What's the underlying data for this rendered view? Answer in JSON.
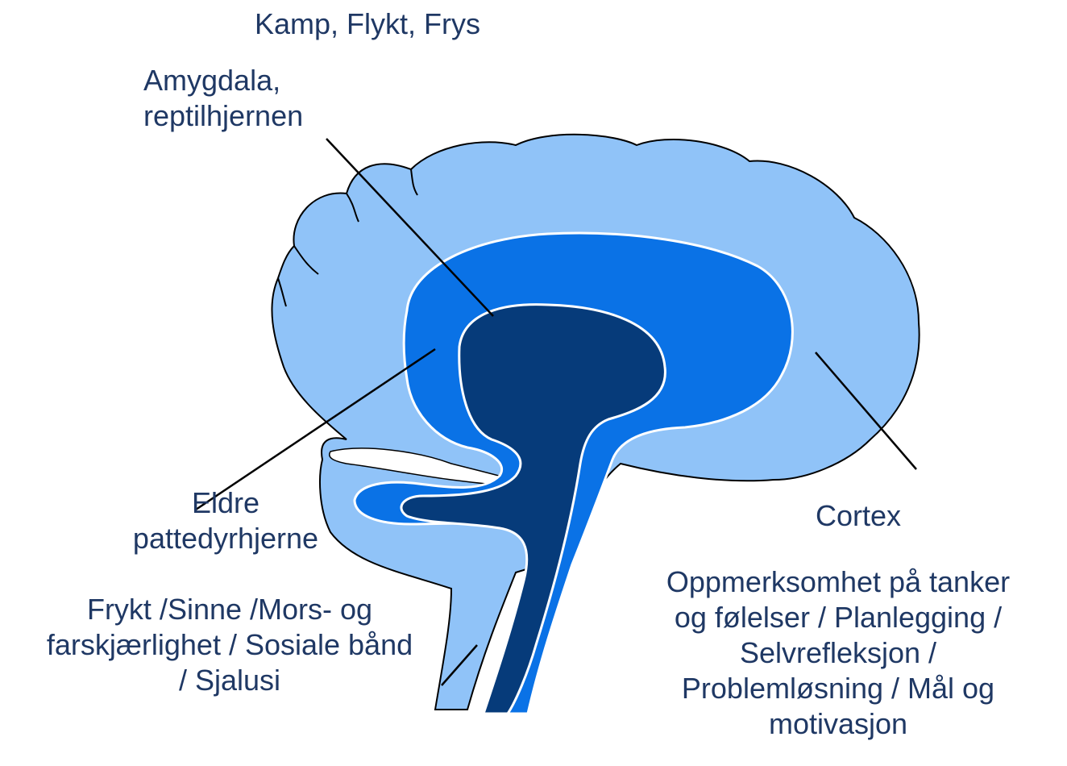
{
  "labels": {
    "top": "Kamp, Flykt, Frys",
    "amygdala": "Amygdala,\nreptilhjernen",
    "mammal": "Eldre\npattedyrhjernе",
    "mammal_desc": "Frykt /Sinne /Mors- og\nfarskjærlighet / Sosiale bånd\n/ Sjalusi",
    "cortex": "Cortex",
    "cortex_desc": "Oppmerksomhet på tanker\nog følelser / Planlegging /\nSelvrefleksjon /\nProblemløsning / Mål og\nmotivasjon"
  },
  "colors": {
    "outer": "#90c3f8",
    "middle": "#0a72e6",
    "inner": "#063b7a",
    "text": "#1f3864",
    "outline": "#000000"
  }
}
